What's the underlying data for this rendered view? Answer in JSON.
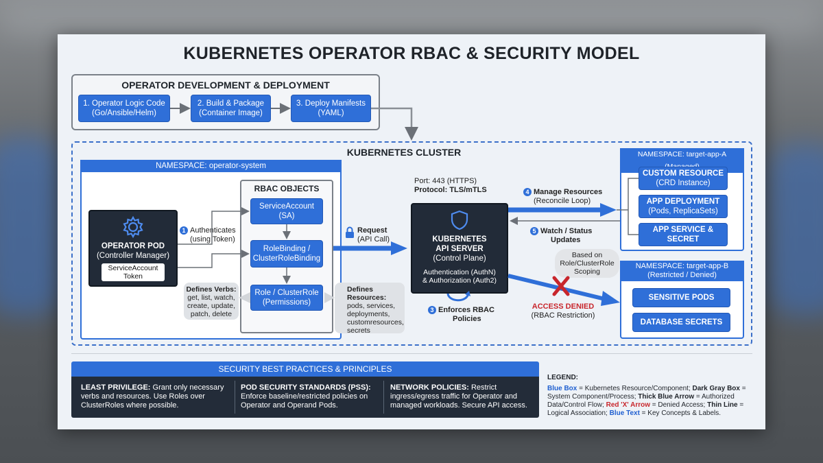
{
  "title": "KUBERNETES OPERATOR RBAC & SECURITY MODEL",
  "dev": {
    "heading": "OPERATOR DEVELOPMENT & DEPLOYMENT",
    "steps": [
      {
        "line1": "1. Operator Logic Code",
        "line2": "(Go/Ansible/Helm)"
      },
      {
        "line1": "2. Build & Package",
        "line2": "(Container Image)"
      },
      {
        "line1": "3. Deploy Manifests",
        "line2": "(YAML)"
      }
    ]
  },
  "cluster": {
    "heading": "KUBERNETES CLUSTER",
    "ns_operator": "NAMESPACE: operator-system",
    "pod": {
      "title": "OPERATOR POD",
      "subtitle": "(Controller Manager)",
      "token": "ServiceAccount Token"
    },
    "rbac": {
      "heading": "RBAC OBJECTS",
      "sa": {
        "line1": "ServiceAccount",
        "line2": "(SA)"
      },
      "rb": {
        "line1": "RoleBinding /",
        "line2": "ClusterRoleBinding"
      },
      "role": {
        "line1": "Role / ClusterRole",
        "line2": "(Permissions)"
      }
    },
    "verbs": {
      "title": "Defines Verbs:",
      "text": "get, list, watch, create, update, patch, delete"
    },
    "resources": {
      "title": "Defines Resources:",
      "text": "pods, services, deployments, customresources, secrets"
    },
    "auth": {
      "badge": "1",
      "line1": "Authenticates",
      "line2": "(using Token)"
    },
    "request": {
      "line1": "Request",
      "line2": "(API Call)"
    },
    "port": {
      "line1": "Port: 443 (HTTPS)",
      "line2": "Protocol: TLS/mTLS"
    },
    "api": {
      "line1": "KUBERNETES",
      "line2": "API SERVER",
      "line3": "(Control Plane)",
      "line4": "Authentication (AuthN)",
      "line5": "& Authorization (Auth2)"
    },
    "enforce": {
      "badge": "3",
      "line1": "Enforces RBAC",
      "line2": "Policies"
    },
    "manage": {
      "badge": "4",
      "line1": "Manage Resources",
      "line2": "(Reconcile Loop)"
    },
    "watch": {
      "badge": "5",
      "line1": "Watch / Status",
      "line2": "Updates"
    },
    "scoping": {
      "line1": "Based on",
      "line2": "Role/ClusterRole",
      "line3": "Scoping"
    },
    "denied": {
      "line1": "ACCESS DENIED",
      "line2": "(RBAC Restriction)"
    },
    "ns_a": {
      "heading": "NAMESPACE: target-app-A (Managed)",
      "items": [
        {
          "line1": "CUSTOM RESOURCE",
          "line2": "(CRD Instance)"
        },
        {
          "line1": "APP DEPLOYMENT",
          "line2": "(Pods, ReplicaSets)"
        },
        {
          "line1": "APP SERVICE &",
          "line2": "SECRET"
        }
      ]
    },
    "ns_b": {
      "heading1": "NAMESPACE: target-app-B",
      "heading2": "(Restricted / Denied)",
      "items": [
        "SENSITIVE PODS",
        "DATABASE SECRETS"
      ]
    }
  },
  "best": {
    "heading": "SECURITY BEST PRACTICES & PRINCIPLES",
    "cols": [
      {
        "title": "LEAST PRIVILEGE:",
        "text": "Grant only necessary verbs and resources. Use Roles over ClusterRoles where possible."
      },
      {
        "title": "POD SECURITY STANDARDS (PSS):",
        "text": "Enforce baseline/restricted policies on Operator and Operand Pods."
      },
      {
        "title": "NETWORK POLICIES:",
        "text": "Restrict ingress/egress traffic for Operator and managed workloads. Secure API access."
      }
    ]
  },
  "legend": {
    "heading": "LEGEND:",
    "k1": "Blue Box",
    "t1": " = Kubernetes Resource/Component; ",
    "k2": "Dark Gray Box",
    "t2": " = System Component/Process; ",
    "k3": "Thick Blue Arrow",
    "t3": " = Authorized Data/Control Flow; ",
    "k4": "Red 'X' Arrow",
    "t4": " = Denied Access; ",
    "k5": "Thin Line",
    "t5": " = Logical Association; ",
    "k6": "Blue Text",
    "t6": " = Key Concepts & Labels."
  },
  "colors": {
    "accent": "#2f6fd8",
    "dark": "#222b38",
    "denied": "#c8262c"
  },
  "icons": [
    "gear-icon",
    "shield-icon",
    "lock-icon",
    "refresh-icon",
    "deny-x-icon"
  ]
}
